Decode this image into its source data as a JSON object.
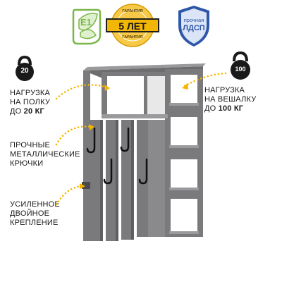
{
  "badges": {
    "e1": {
      "text": "E1",
      "color": "#7ab648"
    },
    "warranty": {
      "main": "5 ЛЕТ",
      "ring_top": "ГАРАНТИЯ",
      "ring_bottom": "ГАРАНТИЯ",
      "color": "#f2b705"
    },
    "ldsp": {
      "line1": "прочная",
      "line2": "ЛДСП",
      "color": "#2f57a8"
    }
  },
  "weights": {
    "shelf": {
      "value": "20"
    },
    "hanger": {
      "value": "100"
    }
  },
  "features": [
    {
      "line1": "НАГРУЗКА",
      "line2": "НА ПОЛКУ",
      "line3_prefix": "ДО ",
      "line3_bold": "20 КГ"
    },
    {
      "line1": "НАГРУЗКА",
      "line2": "НА ВЕШАЛКУ",
      "line3_prefix": "ДО ",
      "line3_bold": "100 КГ"
    },
    {
      "line1": "ПРОЧНЫЕ",
      "line2": "МЕТАЛЛИЧЕСКИЕ",
      "line3": "КРЮЧКИ"
    },
    {
      "line1": "УСИЛЕННОЕ",
      "line2": "ДВОЙНОЕ",
      "line3": "КРЕПЛЕНИЕ"
    }
  ],
  "colors": {
    "accent": "#f4b400",
    "furniture": "#7a7a7c",
    "furniture_dark": "#5f5f61",
    "text": "#1a1a1a"
  },
  "icons": {
    "eco": "leaf-icon",
    "shield": "shield-icon",
    "weight": "kettlebell-icon",
    "hook": "hook-icon"
  }
}
